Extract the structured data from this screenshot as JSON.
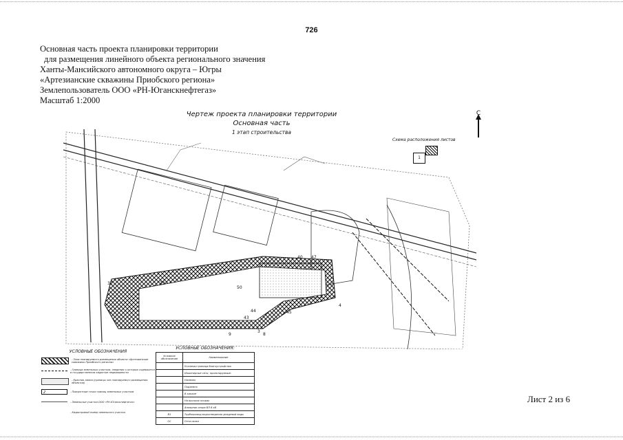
{
  "page_number": "726",
  "header": {
    "line1": "Основная часть проекта планировки территории",
    "line2": "для размещения линейного объекта регионального значения",
    "line3": "Ханты-Мансийского автономного округа – Югры",
    "line4": "«Артезианские скважины Приобского региона»",
    "line5": "Землепользователь ООО «РН-Юганскнефтегаз»",
    "line6": "Масштаб 1:2000"
  },
  "drawing": {
    "title": "Чертеж проекта планировки территории",
    "subtitle": "Основная часть",
    "stage": "1 этап строительства",
    "north_label": "С",
    "scheme_label": "Схема расположения листов",
    "scheme_box": "1",
    "point_labels": [
      "40",
      "47",
      "50",
      "33",
      "32",
      "9",
      "44",
      "43",
      "4",
      "8",
      "3",
      "45"
    ]
  },
  "legend_left": {
    "title": "УСЛОВНЫЕ ОБОЗНАЧЕНИЯ",
    "items": [
      "- Зона планируемого размещения объекта «Артезианские скважины Приобского региона»",
      "- Граница земельных участков, сведения о которых содержатся в государственном кадастре недвижимости",
      "- Красная линия (границы зон планируемого размещения объектов)",
      "- Поворотные точки границ земельных участков",
      "- Земельные участки ООО «РН-Юганскнефтегаз»",
      "- Кадастровый номер земельного участка"
    ]
  },
  "legend_table": {
    "title": "УСЛОВНЫЕ ОБОЗНАЧЕНИЯ:",
    "col1": "Условное обозначение",
    "col2": "Наименование",
    "rows": [
      "Условная граница благоустройства",
      "Инженерные сети, проектируемые:",
      "Наземно",
      "Подземно",
      "В канале",
      "На высоких опорах",
      "Анкерная опора ВЛ 6 кВ",
      "Трубопровод водоотведения дождевой воды",
      "Сети связи"
    ],
    "symbols": [
      "",
      "",
      "",
      "",
      "",
      "",
      "",
      "В1",
      "СС"
    ]
  },
  "sheet_label": "Лист 2 из 6"
}
